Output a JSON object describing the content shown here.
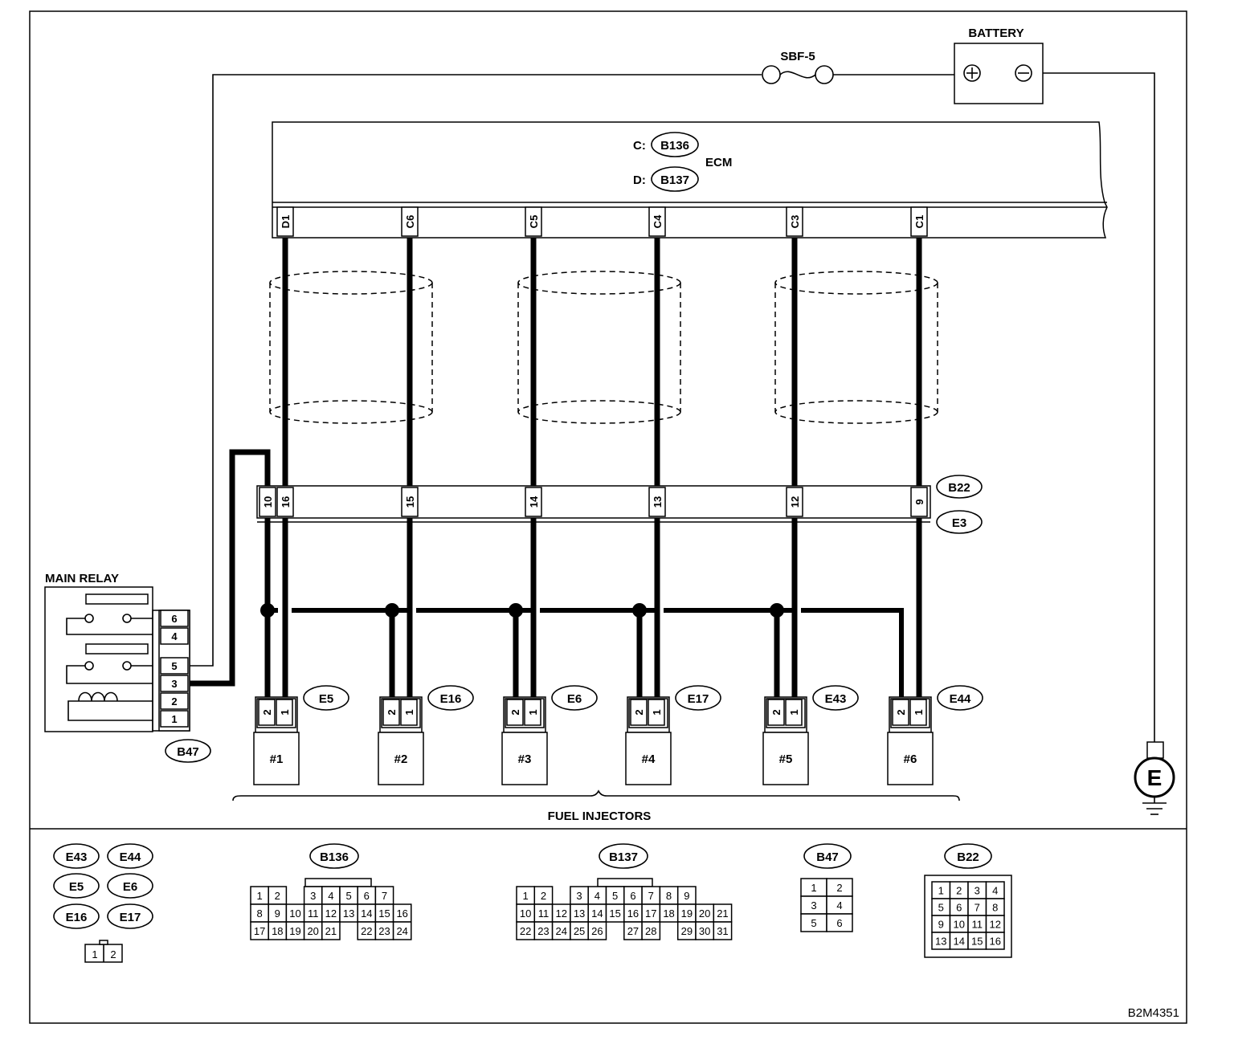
{
  "diagram_code": "B2M4351",
  "battery": {
    "label": "BATTERY",
    "plus": "+",
    "minus": "−"
  },
  "fuse": {
    "label": "SBF-5"
  },
  "ecm": {
    "label": "ECM",
    "connectors": [
      {
        "prefix": "C:",
        "id": "B136"
      },
      {
        "prefix": "D:",
        "id": "B137"
      }
    ],
    "pins": [
      "D1",
      "C6",
      "C5",
      "C4",
      "C3",
      "C1"
    ]
  },
  "joint_connector": {
    "top_id": "B22",
    "bottom_id": "E3",
    "pins": [
      "10",
      "16",
      "15",
      "14",
      "13",
      "12",
      "9"
    ]
  },
  "main_relay": {
    "label": "MAIN RELAY",
    "connector_id": "B47",
    "pins": [
      "6",
      "4",
      "5",
      "3",
      "2",
      "1"
    ]
  },
  "injectors": {
    "label": "FUEL INJECTORS",
    "items": [
      {
        "name": "#1",
        "connector": "E5",
        "pins": [
          "2",
          "1"
        ]
      },
      {
        "name": "#2",
        "connector": "E16",
        "pins": [
          "2",
          "1"
        ]
      },
      {
        "name": "#3",
        "connector": "E6",
        "pins": [
          "2",
          "1"
        ]
      },
      {
        "name": "#4",
        "connector": "E17",
        "pins": [
          "2",
          "1"
        ]
      },
      {
        "name": "#5",
        "connector": "E43",
        "pins": [
          "2",
          "1"
        ]
      },
      {
        "name": "#6",
        "connector": "E44",
        "pins": [
          "2",
          "1"
        ]
      }
    ]
  },
  "ground": {
    "label": "E"
  },
  "legend": {
    "injector_connectors": {
      "ids": [
        "E43",
        "E44",
        "E5",
        "E6",
        "E16",
        "E17"
      ],
      "pins": [
        "1",
        "2"
      ]
    },
    "b136": {
      "id": "B136",
      "rows": [
        [
          "1",
          "2",
          "",
          "3",
          "4",
          "5",
          "6",
          "7"
        ],
        [
          "8",
          "9",
          "10",
          "11",
          "12",
          "13",
          "14",
          "15",
          "16"
        ],
        [
          "17",
          "18",
          "19",
          "20",
          "21",
          "",
          "22",
          "23",
          "24"
        ]
      ]
    },
    "b137": {
      "id": "B137",
      "rows": [
        [
          "1",
          "2",
          "",
          "3",
          "4",
          "5",
          "6",
          "7",
          "8",
          "9"
        ],
        [
          "10",
          "11",
          "12",
          "13",
          "14",
          "15",
          "16",
          "17",
          "18",
          "19",
          "20",
          "21"
        ],
        [
          "22",
          "23",
          "24",
          "25",
          "26",
          "",
          "27",
          "28",
          "",
          "29",
          "30",
          "31"
        ]
      ]
    },
    "b47": {
      "id": "B47",
      "rows": [
        [
          "1",
          "2"
        ],
        [
          "3",
          "4"
        ],
        [
          "5",
          "6"
        ]
      ]
    },
    "b22": {
      "id": "B22",
      "rows": [
        [
          "1",
          "2",
          "3",
          "4"
        ],
        [
          "5",
          "6",
          "7",
          "8"
        ],
        [
          "9",
          "10",
          "11",
          "12"
        ],
        [
          "13",
          "14",
          "15",
          "16"
        ]
      ]
    }
  }
}
